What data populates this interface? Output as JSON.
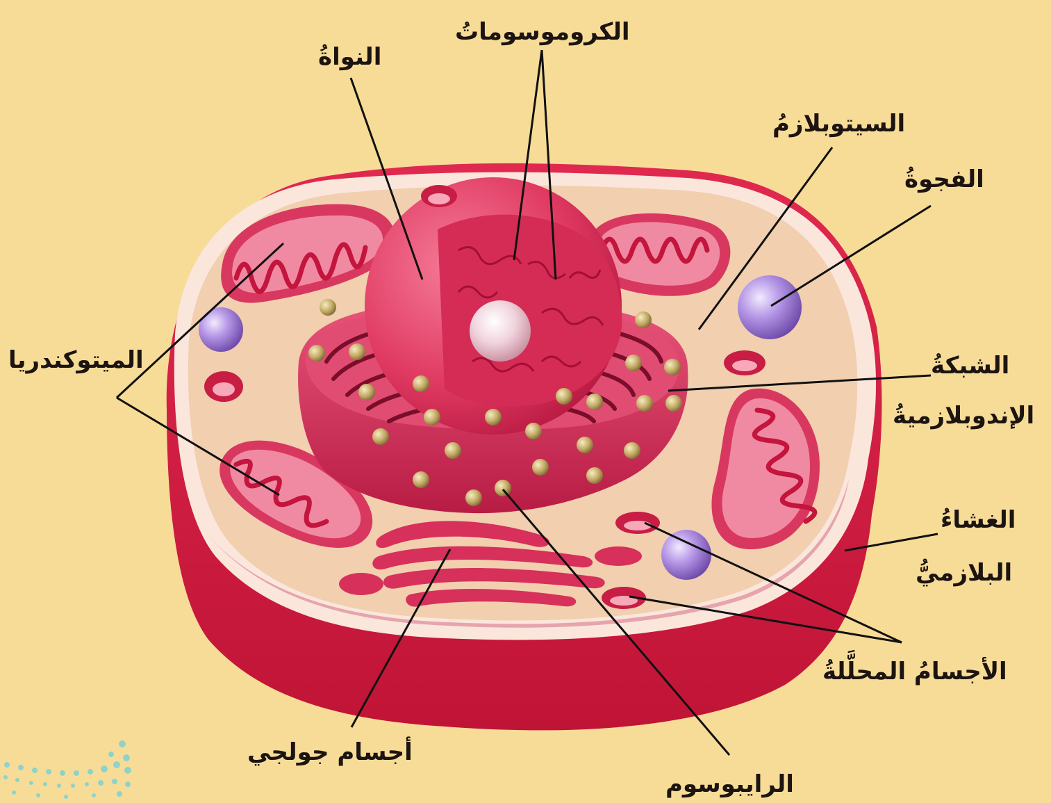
{
  "colors": {
    "background": "#f7dc98",
    "cell_outer_wall": "#d8204a",
    "cytoplasm": "#f1cfaf",
    "nucleus": "#e84a6e",
    "organelle": "#d7305a",
    "vacuole": "#a785dd",
    "ribosome": "#c8b06a",
    "leader_line": "#111111"
  },
  "labels": {
    "chromosomes": "الكروموسوماتُ",
    "nucleus": "النواةُ",
    "cytoplasm": "السيتوبلازمُ",
    "vacuole": "الفجوةُ",
    "mitochondria": "الميتوكندريا",
    "er_line1": "الشبكةُ",
    "er_line2": "الإندوبلازميةُ",
    "membrane_line1": "الغشاءُ",
    "membrane_line2": "البلازميُّ",
    "lysosomes": "الأجسامُ المحلَّلةُ",
    "golgi": "أجسام جولجي",
    "ribosome": "الرايبوسوم"
  }
}
